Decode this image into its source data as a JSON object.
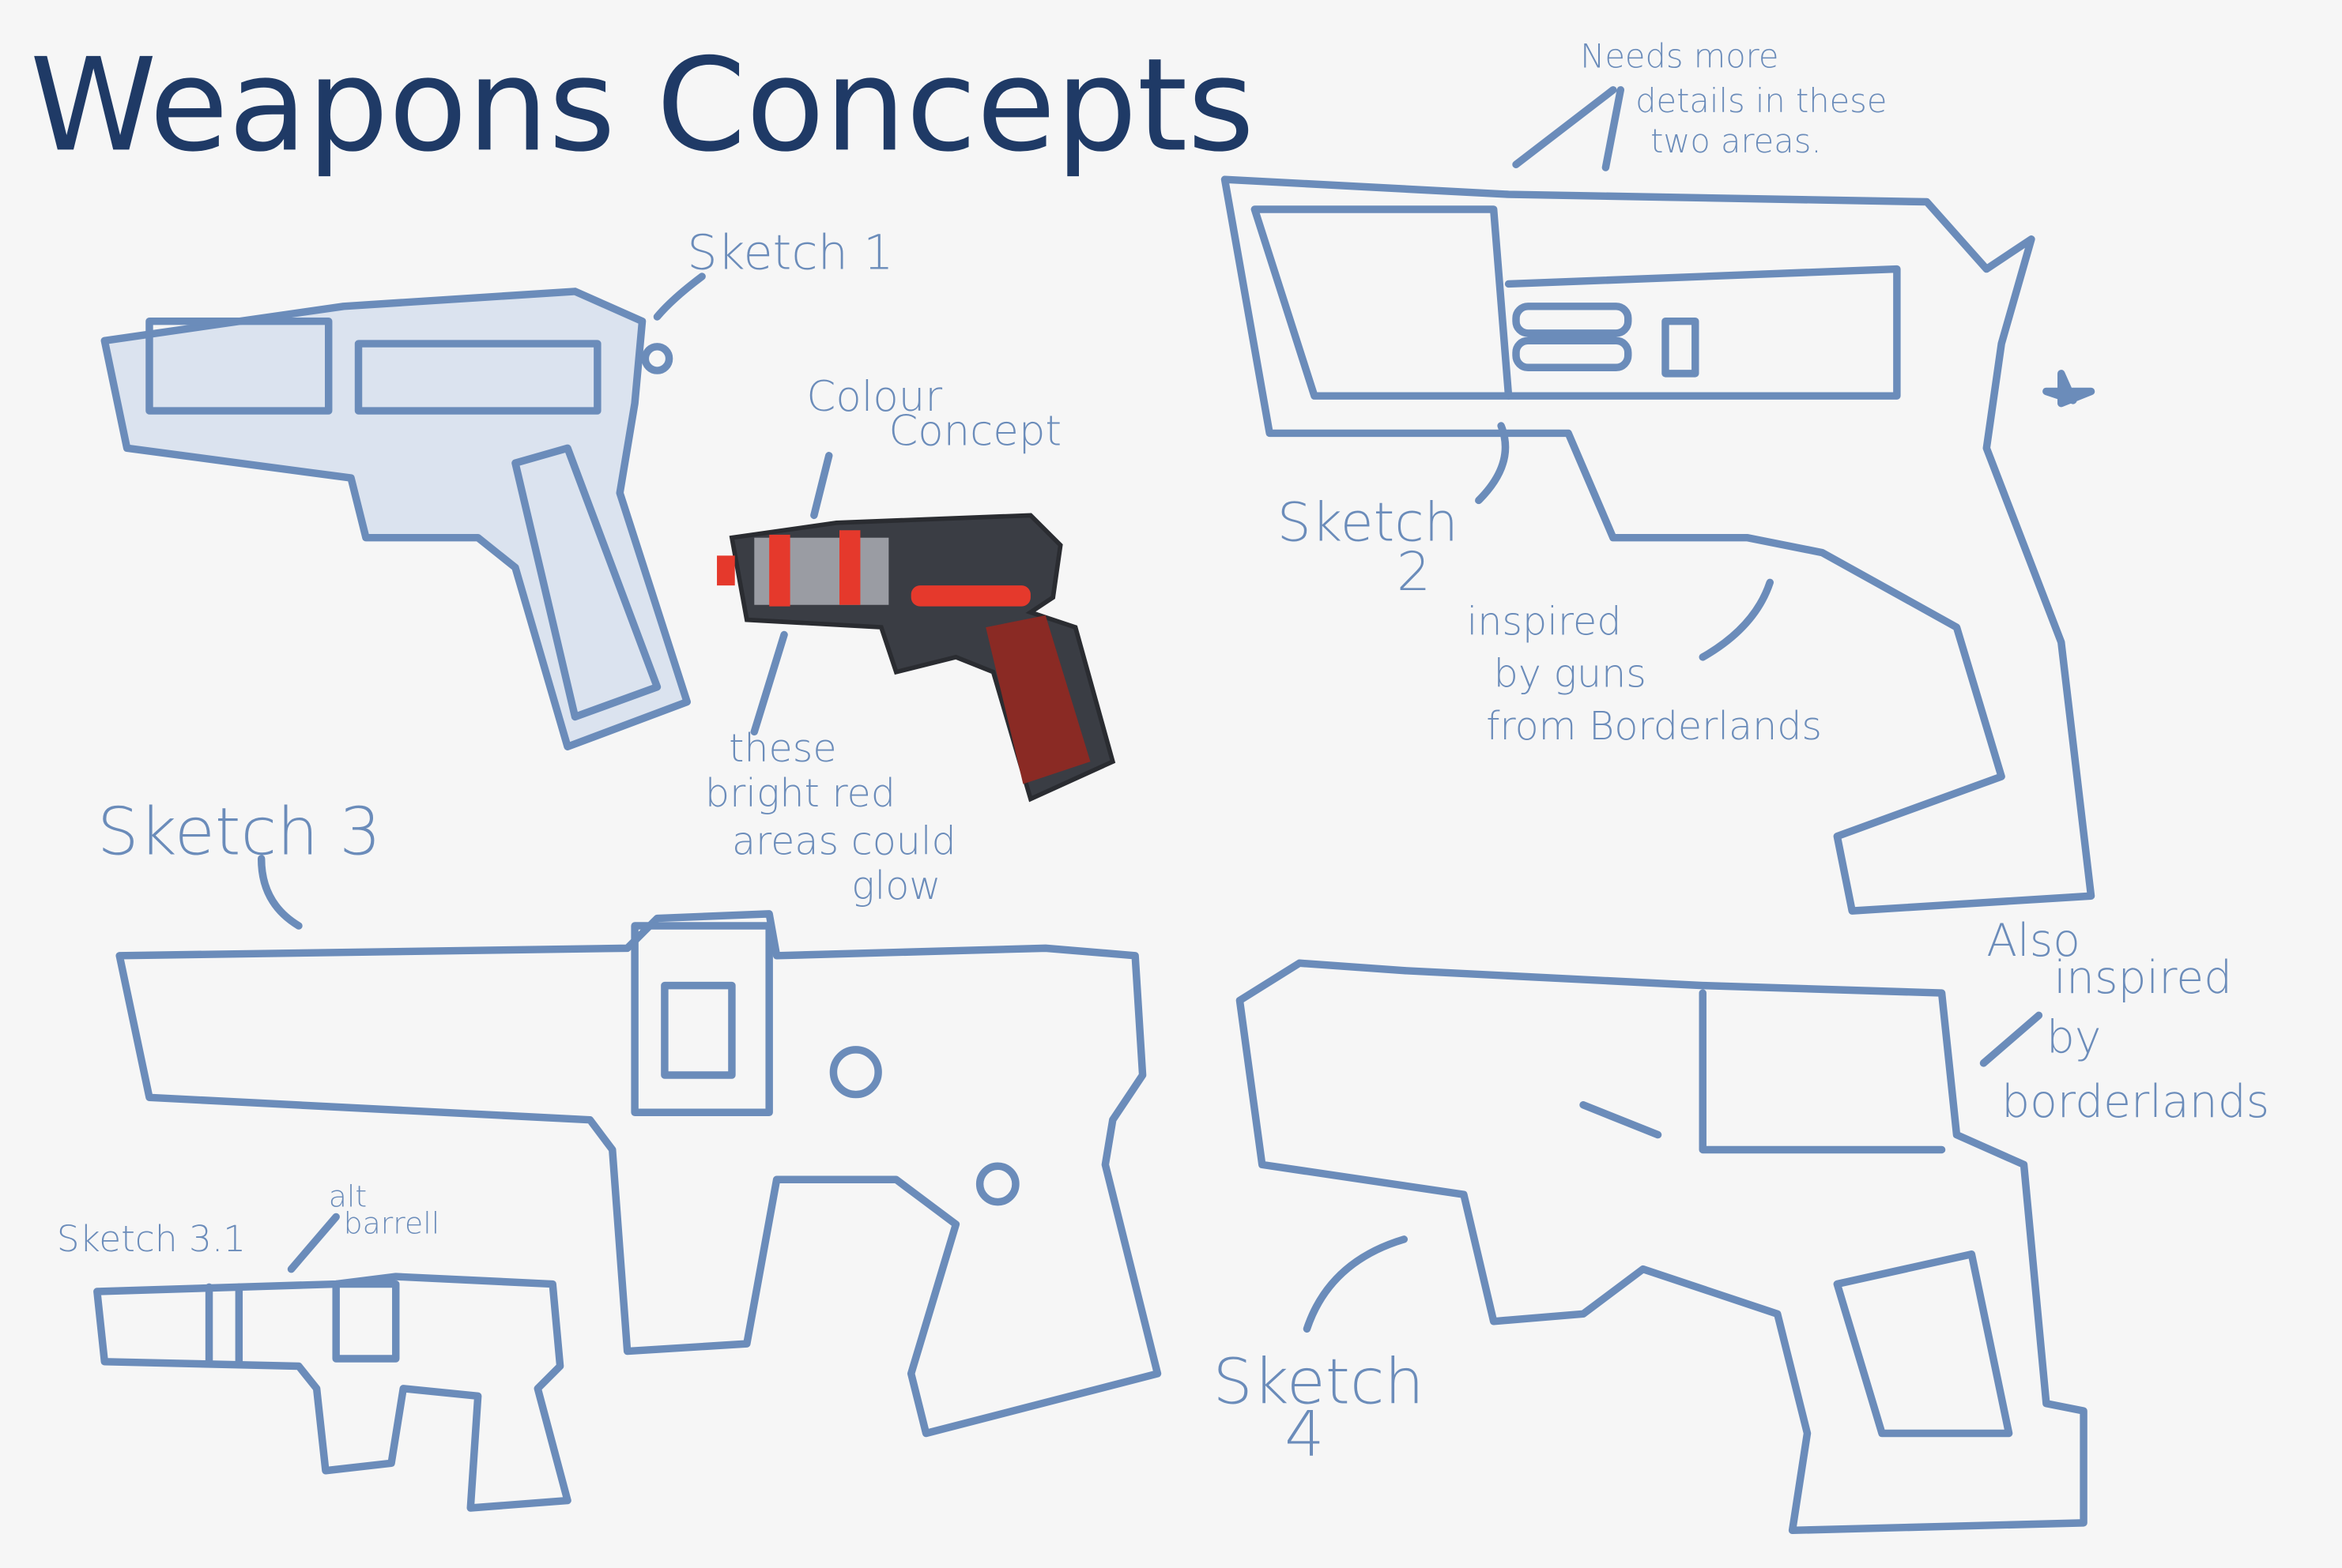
{
  "title": "Weapons Concepts",
  "notes": {
    "sketch1": "Sketch 1",
    "colour_concept": [
      "Colour",
      "Concept"
    ],
    "glow_note": [
      "these",
      "bright red",
      "areas could",
      "glow"
    ],
    "sketch2": [
      "Sketch",
      "2"
    ],
    "needs_details": [
      "Needs more",
      "details in these",
      "two areas."
    ],
    "inspired": [
      "inspired",
      "by guns",
      "from Borderlands"
    ],
    "sketch3": "Sketch 3",
    "sketch31": "Sketch 3.1",
    "alt_barrel": [
      "alt",
      "barrell"
    ],
    "also_inspired": [
      "Also",
      "inspired",
      "by",
      "borderlands"
    ],
    "sketch4": [
      "Sketch",
      "4"
    ]
  },
  "colors": {
    "ink": "#6b8cba",
    "title": "#1f3a66",
    "red": "#e5392c",
    "dark": "#3a3d44",
    "grip": "#8a2a24",
    "background": "#f6f6f6"
  }
}
